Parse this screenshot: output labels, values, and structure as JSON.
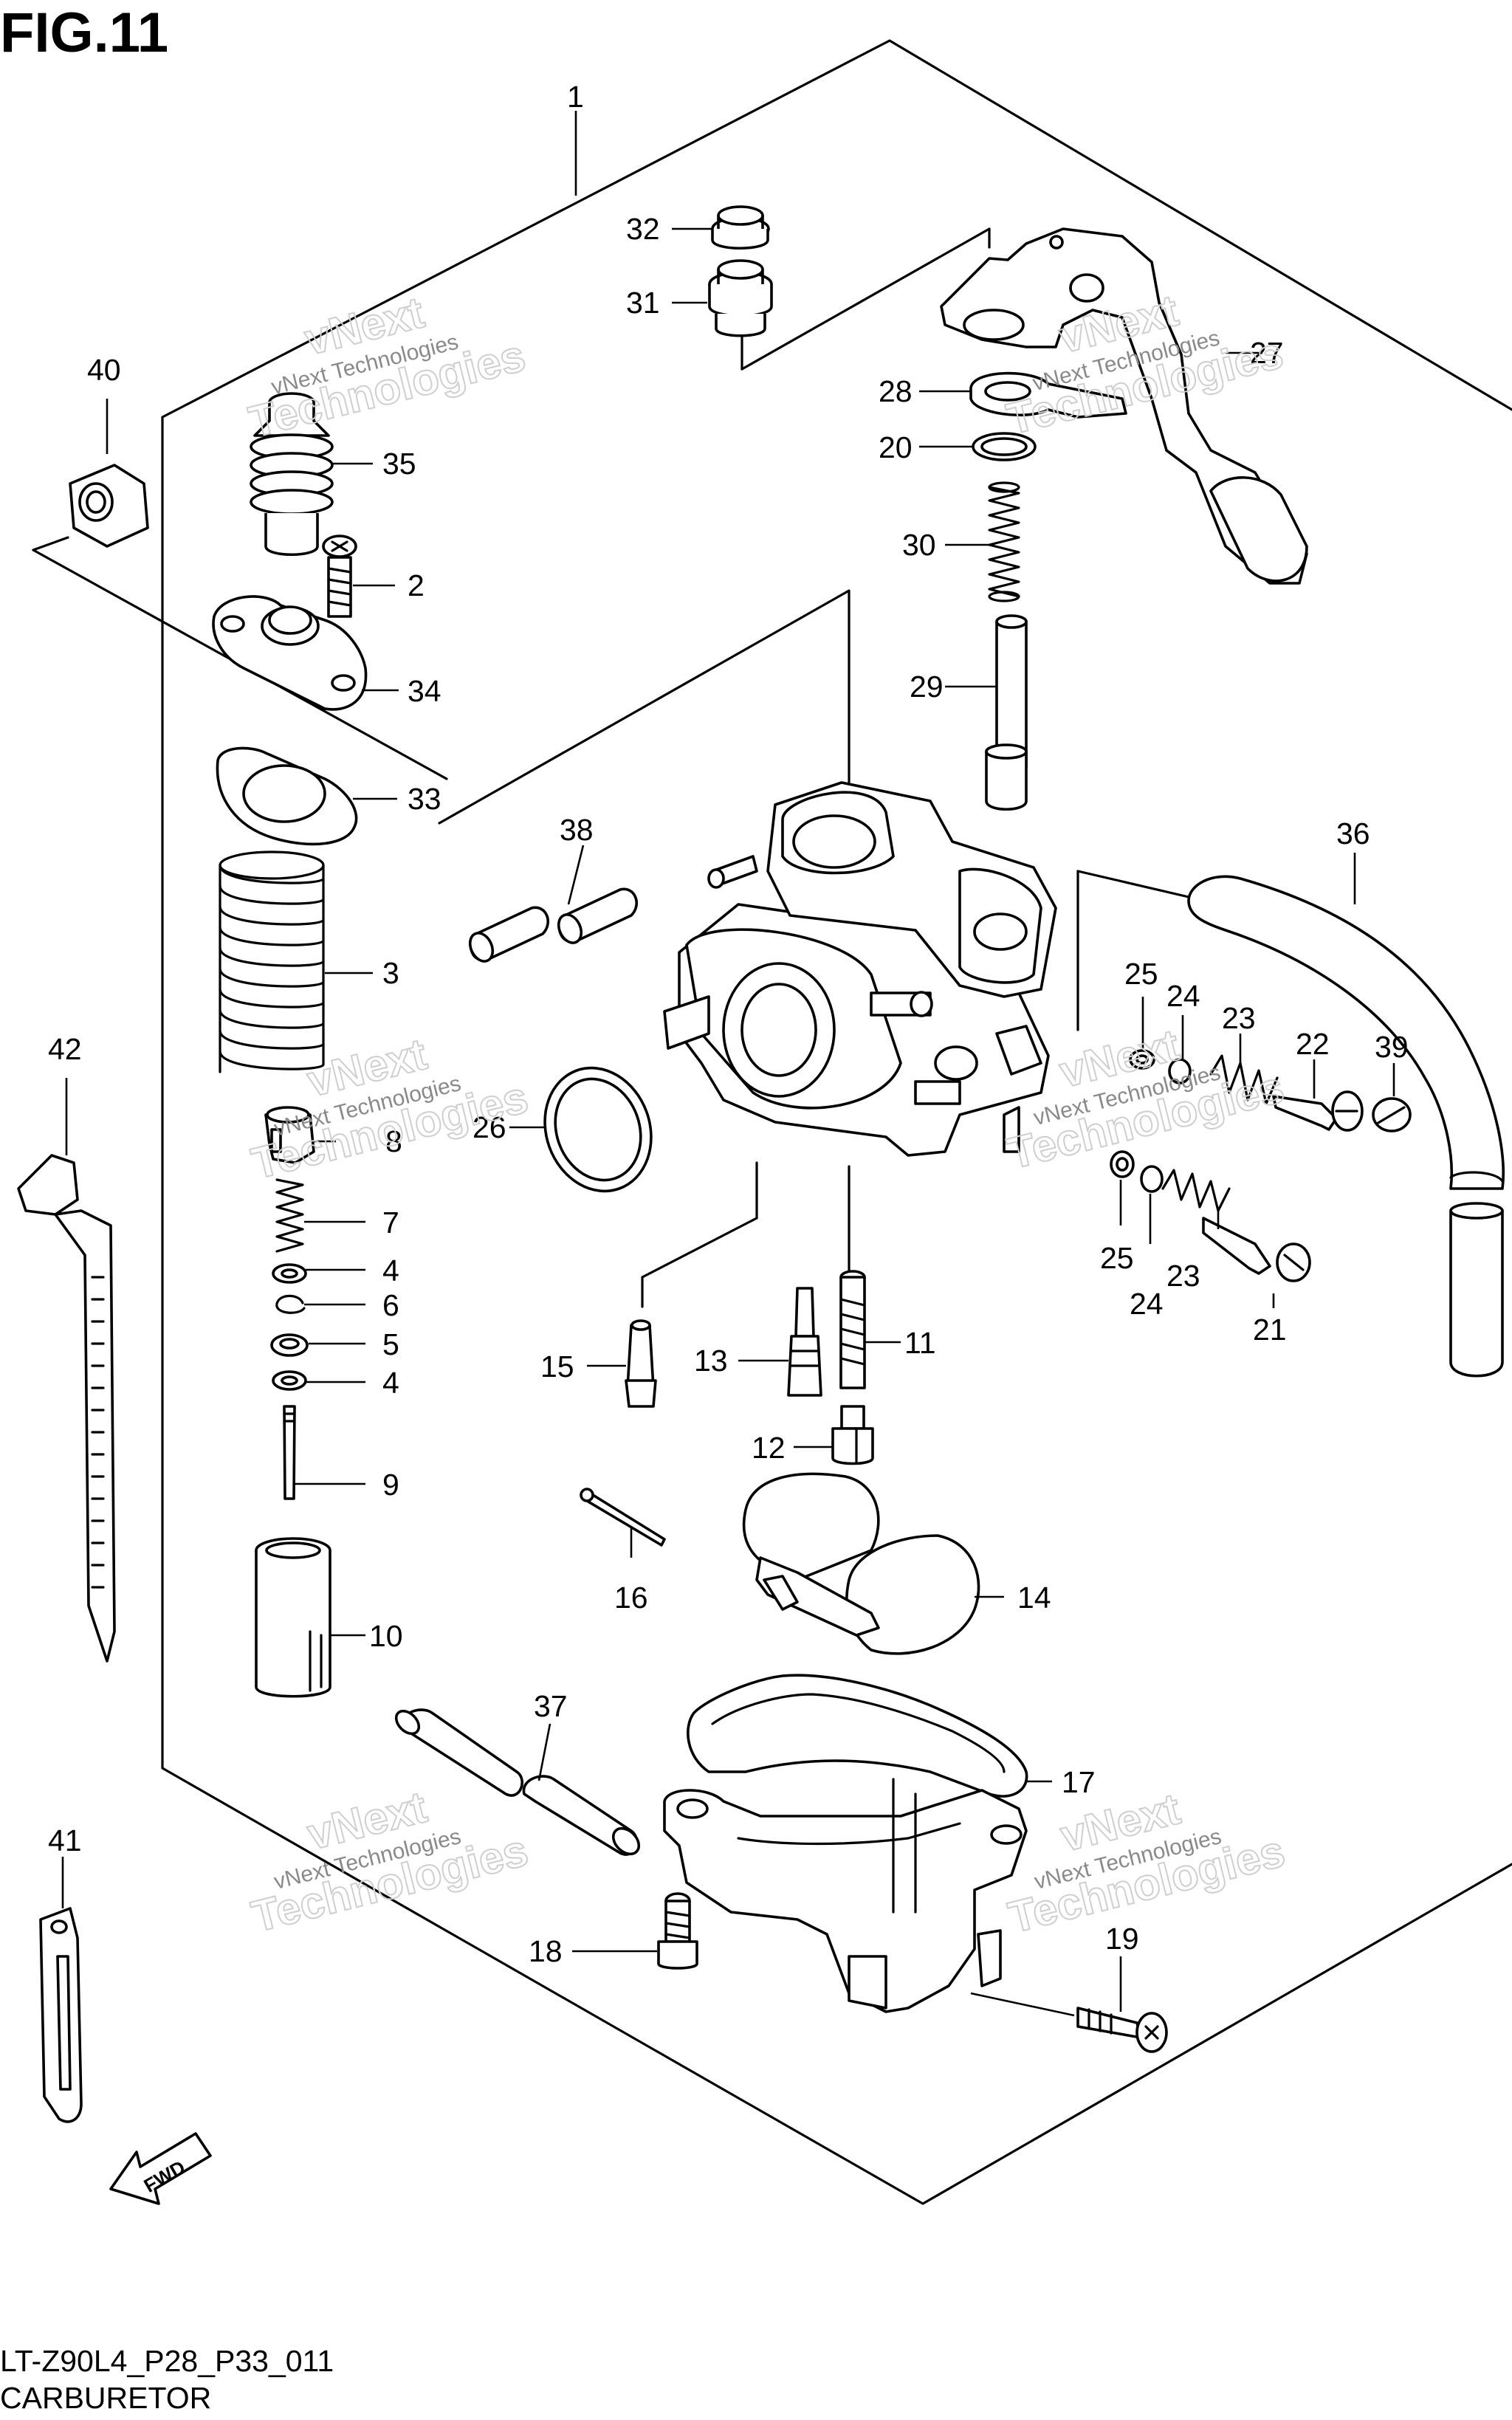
{
  "figure": {
    "title": "FIG.11",
    "code": "LT-Z90L4_P28_P33_011",
    "caption": "CARBURETOR"
  },
  "watermark": {
    "line1": "vNext Technologies",
    "line2": "vNext",
    "line3": "Technologies"
  },
  "fwd_label": "FWD",
  "callouts": [
    {
      "num": "1"
    },
    {
      "num": "32"
    },
    {
      "num": "31"
    },
    {
      "num": "27"
    },
    {
      "num": "28"
    },
    {
      "num": "20"
    },
    {
      "num": "30"
    },
    {
      "num": "29"
    },
    {
      "num": "40"
    },
    {
      "num": "35"
    },
    {
      "num": "2"
    },
    {
      "num": "34"
    },
    {
      "num": "33"
    },
    {
      "num": "38"
    },
    {
      "num": "36"
    },
    {
      "num": "3"
    },
    {
      "num": "25"
    },
    {
      "num": "24"
    },
    {
      "num": "23"
    },
    {
      "num": "22"
    },
    {
      "num": "39"
    },
    {
      "num": "42"
    },
    {
      "num": "8"
    },
    {
      "num": "26"
    },
    {
      "num": "7"
    },
    {
      "num": "4"
    },
    {
      "num": "6"
    },
    {
      "num": "5"
    },
    {
      "num": "4"
    },
    {
      "num": "25"
    },
    {
      "num": "24"
    },
    {
      "num": "23"
    },
    {
      "num": "21"
    },
    {
      "num": "15"
    },
    {
      "num": "13"
    },
    {
      "num": "11"
    },
    {
      "num": "12"
    },
    {
      "num": "9"
    },
    {
      "num": "16"
    },
    {
      "num": "14"
    },
    {
      "num": "10"
    },
    {
      "num": "37"
    },
    {
      "num": "17"
    },
    {
      "num": "41"
    },
    {
      "num": "18"
    },
    {
      "num": "19"
    }
  ]
}
